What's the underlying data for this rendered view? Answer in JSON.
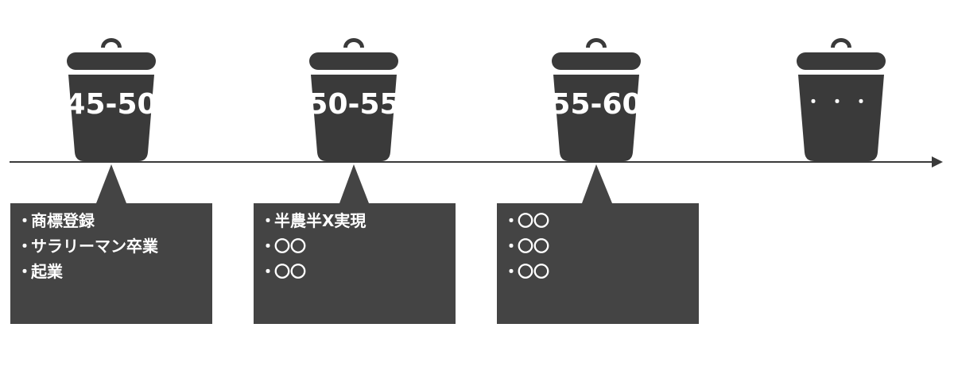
{
  "colors": {
    "bin_fill": "#3a3a3a",
    "callout_fill": "#444444",
    "axis_line": "#3a3a3a",
    "background": "#ffffff",
    "text": "#ffffff"
  },
  "timeline": {
    "has_arrow": true
  },
  "bins": [
    {
      "label": "45-50",
      "icon": "trash-can-icon"
    },
    {
      "label": "50-55",
      "icon": "trash-can-icon"
    },
    {
      "label": "55-60",
      "icon": "trash-can-icon"
    },
    {
      "label": "・・・",
      "icon": "trash-can-icon"
    }
  ],
  "callouts": [
    {
      "bullet": "・",
      "items": [
        "商標登録",
        "サラリーマン卒業",
        "起業"
      ]
    },
    {
      "bullet": "・",
      "items": [
        "半農半X実現",
        "〇〇",
        "〇〇"
      ]
    },
    {
      "bullet": "・",
      "items": [
        "〇〇",
        "〇〇",
        "〇〇"
      ]
    }
  ]
}
